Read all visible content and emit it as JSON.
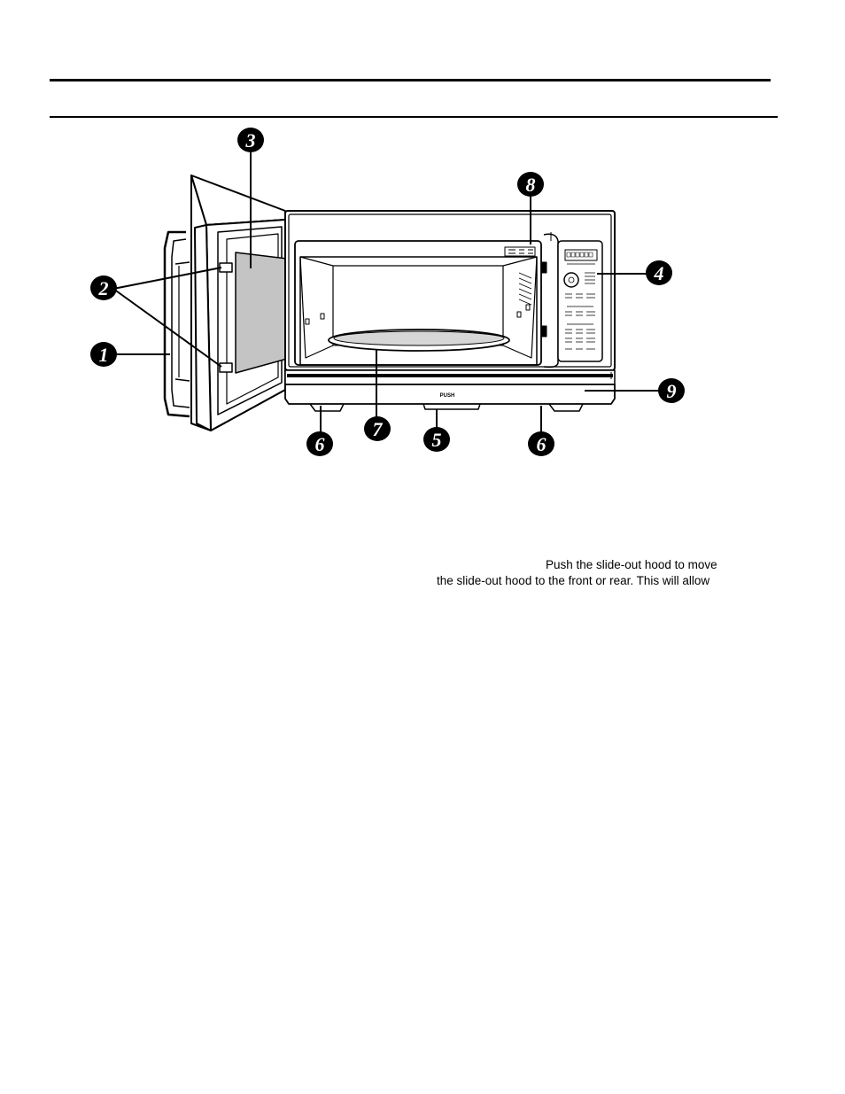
{
  "diagram": {
    "push_label": "PUSH",
    "callouts": [
      "1",
      "2",
      "3",
      "4",
      "5",
      "6",
      "6",
      "7",
      "8",
      "9"
    ]
  },
  "body_text": {
    "line_1": "Push the slide-out hood to move",
    "line_2": "the slide-out hood to the front or rear. This will allow"
  }
}
